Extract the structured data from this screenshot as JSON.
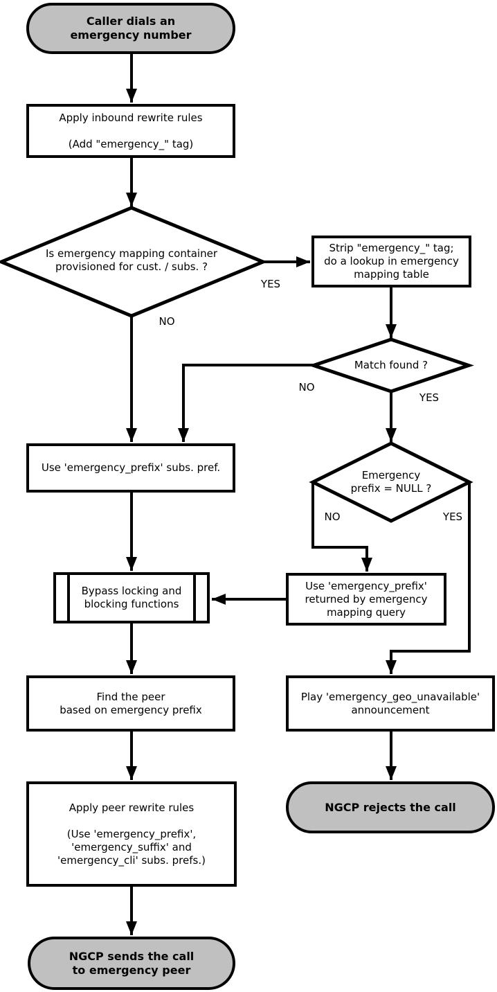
{
  "colors": {
    "terminal_fill": "#c0c0c0",
    "process_fill": "#ffffff",
    "line": "#000000"
  },
  "nodes": {
    "start": {
      "lines": [
        "Caller dials an",
        "emergency number"
      ]
    },
    "apply_inbound": {
      "lines": [
        "Apply inbound rewrite rules",
        "(Add \"emergency_\" tag)"
      ]
    },
    "mapping_provisioned": {
      "lines": [
        "Is emergency mapping container",
        "provisioned for cust. / subs. ?"
      ]
    },
    "strip_tag": {
      "lines": [
        "Strip \"emergency_\" tag;",
        "do a lookup in emergency",
        "mapping table"
      ]
    },
    "match_found": {
      "lines": [
        "Match found ?"
      ]
    },
    "prefix_null": {
      "lines": [
        "Emergency",
        "prefix = NULL ?"
      ]
    },
    "use_prefix_subs": {
      "lines": [
        "Use 'emergency_prefix' subs. pref."
      ]
    },
    "bypass": {
      "lines": [
        "Bypass locking and",
        "blocking functions"
      ]
    },
    "use_prefix_returned": {
      "lines": [
        "Use 'emergency_prefix'",
        "returned by emergency",
        "mapping query"
      ]
    },
    "find_peer": {
      "lines": [
        "Find the peer",
        "based on emergency prefix"
      ]
    },
    "play_announcement": {
      "lines": [
        "Play 'emergency_geo_unavailable'",
        "announcement"
      ]
    },
    "apply_peer": {
      "lines": [
        "Apply peer rewrite rules",
        "(Use 'emergency_prefix',",
        "'emergency_suffix' and",
        "'emergency_cli' subs. prefs.)"
      ]
    },
    "ngcp_rejects": {
      "lines": [
        "NGCP rejects the call"
      ]
    },
    "ngcp_sends": {
      "lines": [
        "NGCP sends the call",
        "to emergency peer"
      ]
    }
  },
  "edge_labels": {
    "yes": "YES",
    "no": "NO"
  }
}
